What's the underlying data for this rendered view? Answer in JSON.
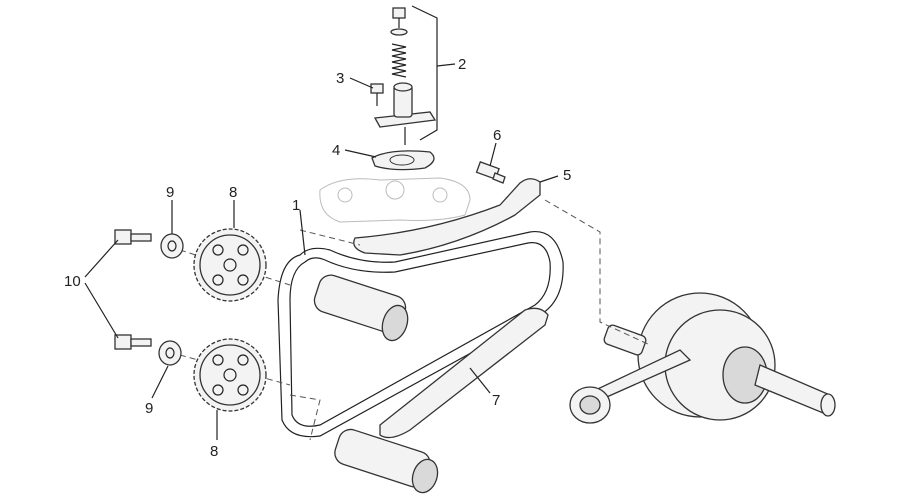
{
  "callouts": [
    {
      "id": "c1",
      "label": "1"
    },
    {
      "id": "c2",
      "label": "2"
    },
    {
      "id": "c3",
      "label": "3"
    },
    {
      "id": "c4",
      "label": "4"
    },
    {
      "id": "c5",
      "label": "5"
    },
    {
      "id": "c6",
      "label": "6"
    },
    {
      "id": "c7",
      "label": "7"
    },
    {
      "id": "c8a",
      "label": "8"
    },
    {
      "id": "c8b",
      "label": "8"
    },
    {
      "id": "c9a",
      "label": "9"
    },
    {
      "id": "c9b",
      "label": "9"
    },
    {
      "id": "c10",
      "label": "10"
    }
  ],
  "colors": {
    "line": "#222222",
    "part_fill": "#f3f3f3",
    "background": "#ffffff"
  }
}
